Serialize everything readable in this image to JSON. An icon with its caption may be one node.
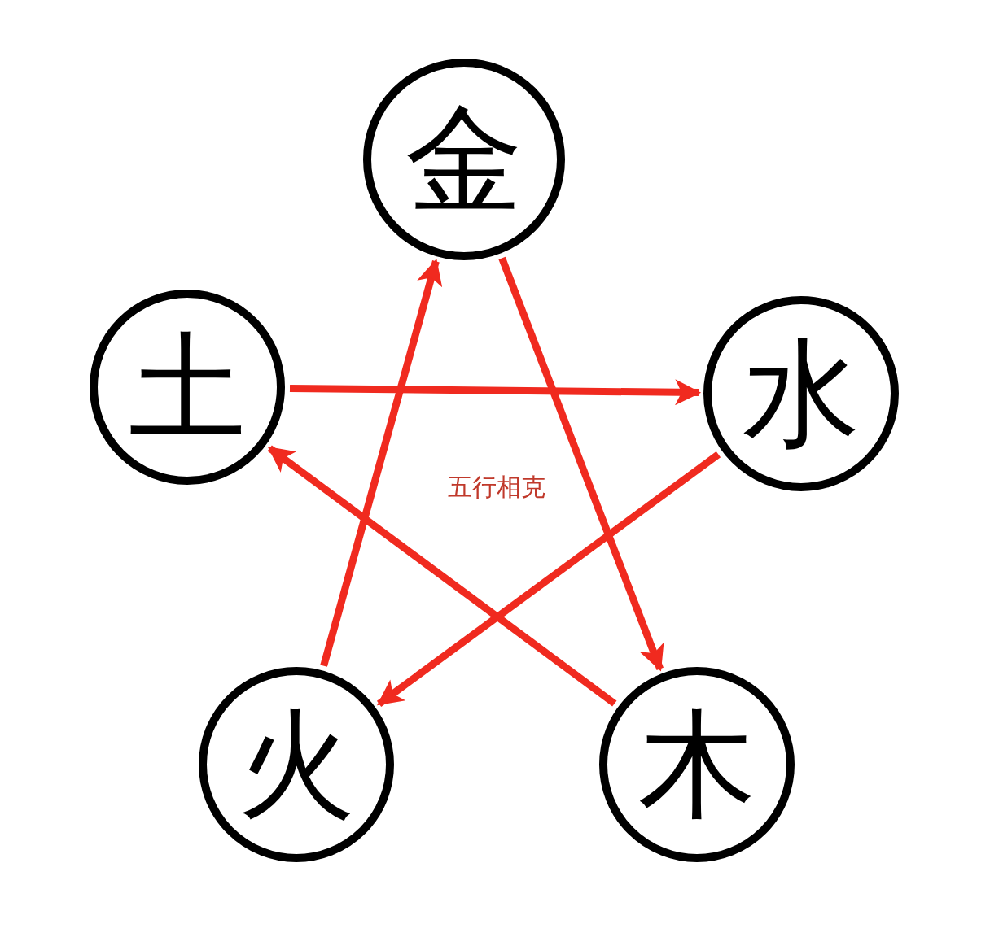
{
  "diagram": {
    "nodes": [
      {
        "text": [
          "金"
        ]
      },
      {
        "text": [
          "水"
        ]
      },
      {
        "text": [
          "木"
        ]
      },
      {
        "text": [
          "火"
        ]
      },
      {
        "text": [
          "土"
        ]
      }
    ],
    "edges": [
      {
        "from": 0,
        "to": 2,
        "arrow": "to"
      },
      {
        "from": 2,
        "to": 4,
        "arrow": "to"
      },
      {
        "from": 4,
        "to": 1,
        "arrow": "to"
      },
      {
        "from": 1,
        "to": 3,
        "arrow": "to"
      },
      {
        "from": 3,
        "to": 0,
        "arrow": "to"
      }
    ],
    "labels": [
      "五行相克"
    ]
  }
}
